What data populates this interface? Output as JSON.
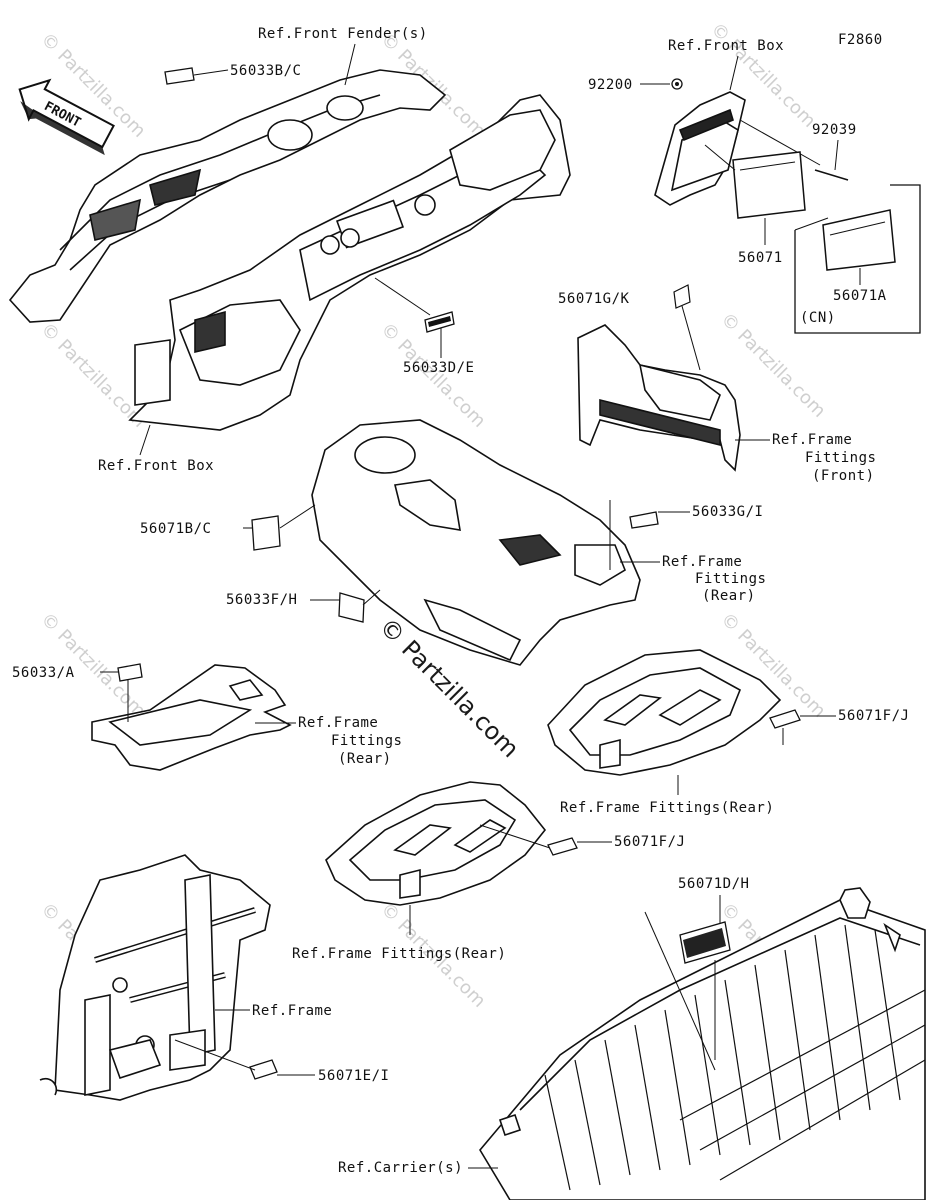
{
  "diagram_code": "F2860",
  "front_label": "FRONT",
  "watermark": "© Partzilla.com",
  "labels": {
    "ref_front_fender": "Ref.Front Fender(s)",
    "p56033bc": "56033B/C",
    "ref_front_box_top": "Ref.Front Box",
    "p92200": "92200",
    "p92039": "92039",
    "p56071": "56071",
    "p56071a": "56071A",
    "cn": "(CN)",
    "p56071gk": "56071G/K",
    "p56033de": "56033D/E",
    "ref_front_box_left": "Ref.Front Box",
    "ref_frame_fittings_front_1": "Ref.Frame",
    "ref_frame_fittings_front_2": "Fittings",
    "ref_frame_fittings_front_3": "(Front)",
    "p56071bc": "56071B/C",
    "p56033gi": "56033G/I",
    "ref_frame_fittings_rear_a_1": "Ref.Frame",
    "ref_frame_fittings_rear_a_2": "Fittings",
    "ref_frame_fittings_rear_a_3": "(Rear)",
    "p56033fh": "56033F/H",
    "p56033a": "56033/A",
    "ref_frame_fittings_rear_b_1": "Ref.Frame",
    "ref_frame_fittings_rear_b_2": "Fittings",
    "ref_frame_fittings_rear_b_3": "(Rear)",
    "p56071fj_a": "56071F/J",
    "ref_frame_fittings_rear_c": "Ref.Frame Fittings(Rear)",
    "p56071fj_b": "56071F/J",
    "ref_frame_fittings_rear_d": "Ref.Frame Fittings(Rear)",
    "p56071dh": "56071D/H",
    "ref_frame": "Ref.Frame",
    "p56071ei": "56071E/I",
    "ref_carriers": "Ref.Carrier(s)"
  }
}
